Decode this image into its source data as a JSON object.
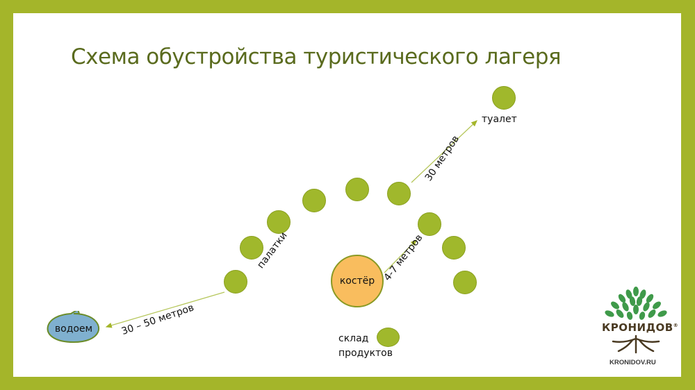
{
  "title": "Схема обустройства туристического лагеря",
  "labels": {
    "toilet": "туалет",
    "toilet_distance": "30 метров",
    "tents": "палатки",
    "campfire": "костёр",
    "campfire_distance": "4-7 метров",
    "water": "водоем",
    "water_distance": "30 – 50 метров",
    "storage_line1": "склад",
    "storage_line2": "продуктов"
  },
  "logo": {
    "name": "КРОНИДОВ",
    "registered": "®",
    "url": "KRONIDOV.RU"
  },
  "colors": {
    "border": "#a4b52a",
    "title": "#5a6b1e",
    "tent_dot": "#a0b82c",
    "campfire": "#f9bd5e",
    "water": "#7fb0cf",
    "arrow": "#a4b52a"
  }
}
